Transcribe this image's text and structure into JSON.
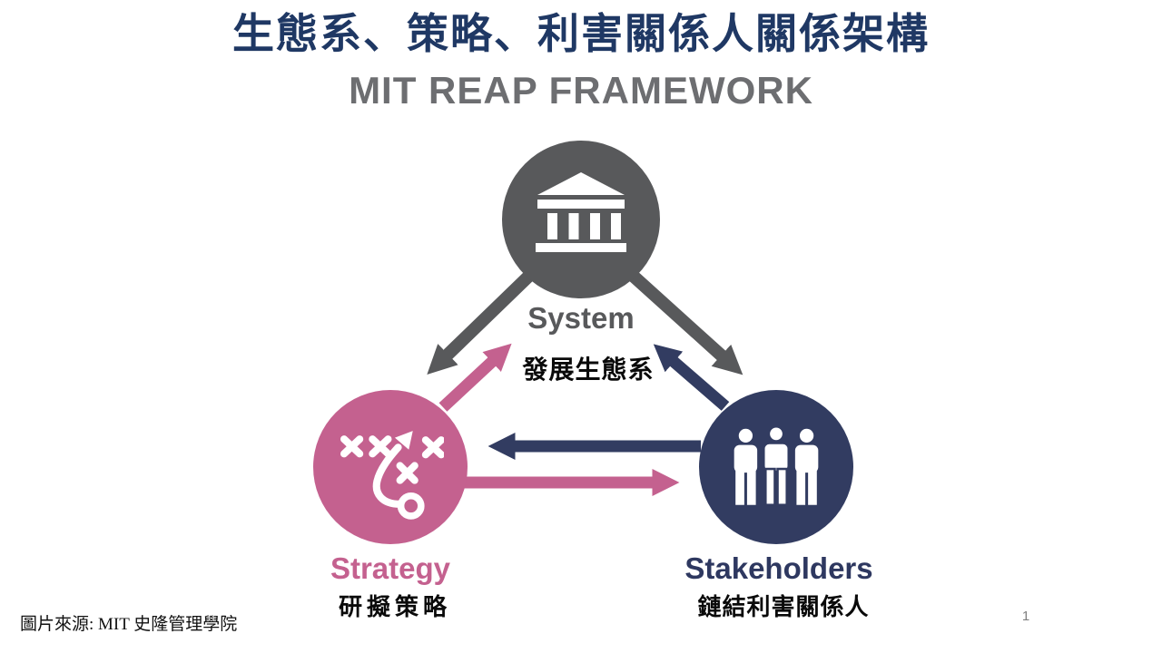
{
  "slide": {
    "title": "生態系、策略、利害關係人關係架構",
    "subtitle": "MIT REAP FRAMEWORK",
    "source_note": "圖片來源: MIT 史隆管理學院",
    "page_number": "1"
  },
  "diagram": {
    "nodes": [
      {
        "id": "system",
        "label": "System",
        "annotation": "發展生態系",
        "color": "#58595B",
        "icon": "bank-icon"
      },
      {
        "id": "strategy",
        "label": "Strategy",
        "annotation": "研擬策略",
        "color": "#C4618F",
        "icon": "playbook-strategy-icon"
      },
      {
        "id": "stakeholders",
        "label": "Stakeholders",
        "annotation": "鏈結利害關係人",
        "color": "#323C61",
        "icon": "people-group-icon"
      }
    ],
    "arrows": [
      {
        "from": "system",
        "to": "strategy",
        "color": "#58595B"
      },
      {
        "from": "strategy",
        "to": "system",
        "color": "#C4618F"
      },
      {
        "from": "system",
        "to": "stakeholders",
        "color": "#58595B"
      },
      {
        "from": "stakeholders",
        "to": "system",
        "color": "#323C61"
      },
      {
        "from": "stakeholders",
        "to": "strategy",
        "color": "#323C61"
      },
      {
        "from": "strategy",
        "to": "stakeholders",
        "color": "#C4618F"
      }
    ]
  },
  "colors": {
    "title": "#1F3864",
    "subtitle": "#6D6E71",
    "system": "#58595B",
    "strategy": "#C4618F",
    "stakeholders": "#323C61",
    "annotation_text": "#0A0A0A",
    "page_number": "#808080",
    "background": "#FFFFFF"
  }
}
